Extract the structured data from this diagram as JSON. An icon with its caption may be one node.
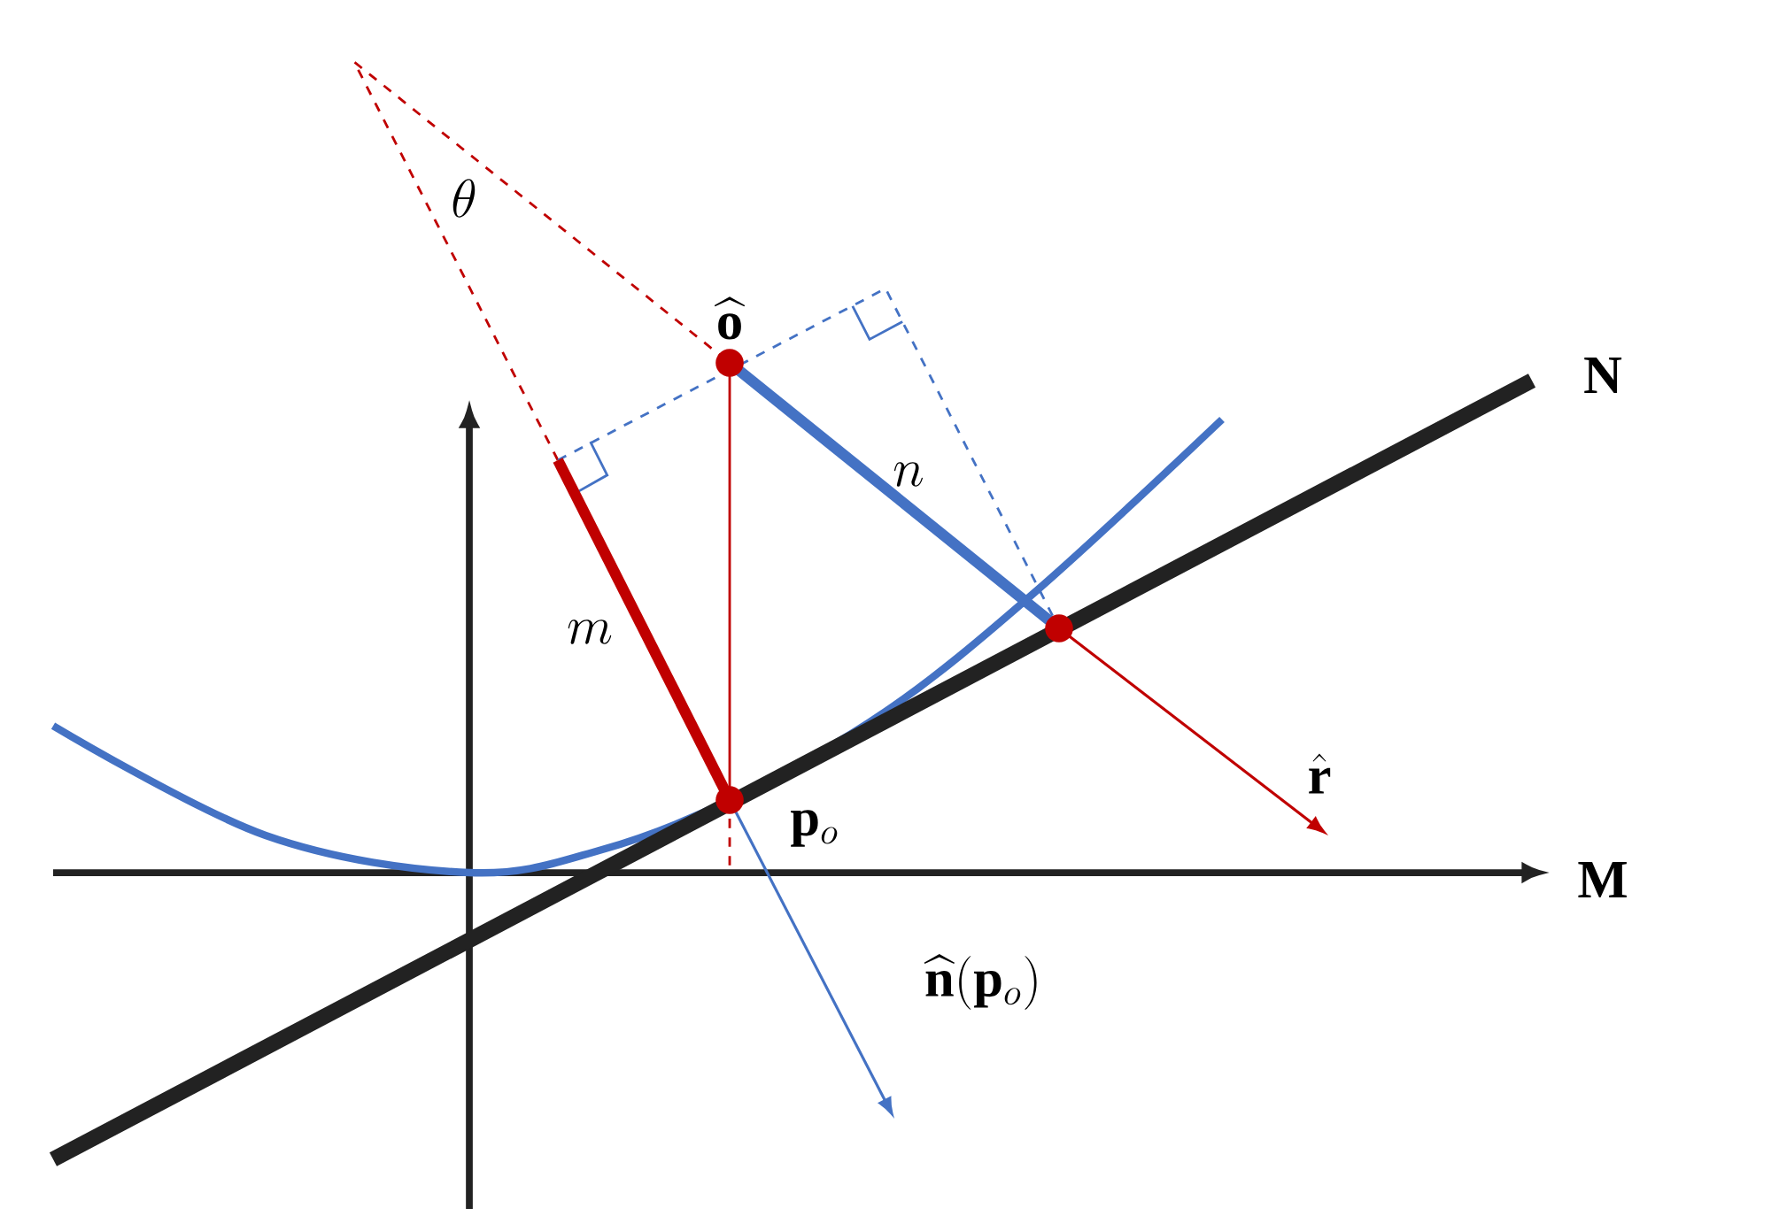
{
  "diagram": {
    "labels": [
      "\\theta",
      "\\widehat{\\mathbf{o}}",
      "n",
      "\\mathbf{N}",
      "m",
      "\\hat{\\mathbf{r}}",
      "\\mathbf{p}_o",
      "\\mathbf{M}",
      "\\widehat{\\mathbf{n}}(\\mathbf{p}_o)"
    ]
  }
}
